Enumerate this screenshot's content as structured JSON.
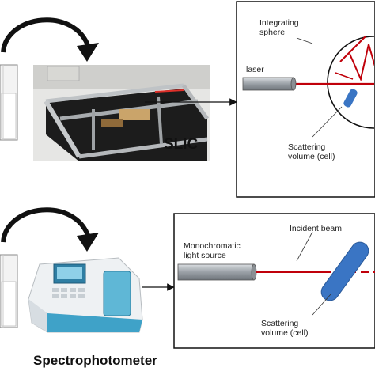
{
  "top_panel": {
    "device_label": "SLIC",
    "schematic": {
      "sphere_label": "Integrating sphere",
      "laser_label": "laser",
      "cell_label": "Scattering volume (cell)"
    }
  },
  "bottom_panel": {
    "device_label": "Spectrophotometer",
    "schematic": {
      "source_label": "Monochromatic light source",
      "beam_label": "Incident beam",
      "cell_label": "Scattering volume (cell)"
    }
  },
  "colors": {
    "beam": "#c0000a",
    "arrow": "#111111",
    "cell_blue": "#3a75c4",
    "laser_gray": "#9aa0a6"
  }
}
